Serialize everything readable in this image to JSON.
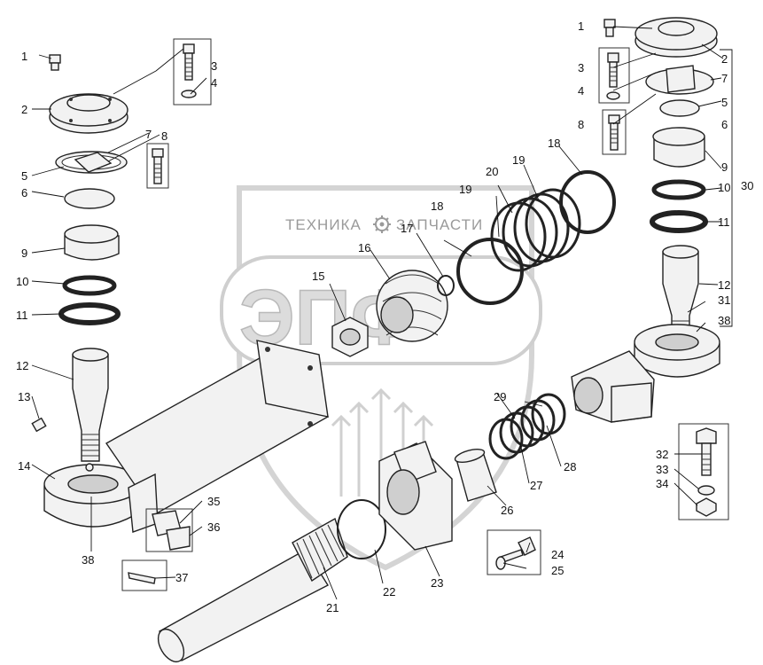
{
  "watermark": {
    "left_text": "ТЕХНИКА",
    "right_text": "ЗАПЧАСТИ",
    "emblem": "ЭПФ",
    "shield_color": "#d4d4d4",
    "gear_icon": "gear-icon"
  },
  "labels": [
    {
      "id": "l1a",
      "text": "1"
    },
    {
      "id": "l2a",
      "text": "2"
    },
    {
      "id": "l3a",
      "text": "3"
    },
    {
      "id": "l4a",
      "text": "4"
    },
    {
      "id": "l5a",
      "text": "5"
    },
    {
      "id": "l6a",
      "text": "6"
    },
    {
      "id": "l7a",
      "text": "7"
    },
    {
      "id": "l8a",
      "text": "8"
    },
    {
      "id": "l9a",
      "text": "9"
    },
    {
      "id": "l10a",
      "text": "10"
    },
    {
      "id": "l11a",
      "text": "11"
    },
    {
      "id": "l12a",
      "text": "12"
    },
    {
      "id": "l13",
      "text": "13"
    },
    {
      "id": "l14",
      "text": "14"
    },
    {
      "id": "l15",
      "text": "15"
    },
    {
      "id": "l16",
      "text": "16"
    },
    {
      "id": "l17",
      "text": "17"
    },
    {
      "id": "l18a",
      "text": "18"
    },
    {
      "id": "l18b",
      "text": "18"
    },
    {
      "id": "l19a",
      "text": "19"
    },
    {
      "id": "l19b",
      "text": "19"
    },
    {
      "id": "l20",
      "text": "20"
    },
    {
      "id": "l21",
      "text": "21"
    },
    {
      "id": "l22",
      "text": "22"
    },
    {
      "id": "l23",
      "text": "23"
    },
    {
      "id": "l24",
      "text": "24"
    },
    {
      "id": "l25",
      "text": "25"
    },
    {
      "id": "l26",
      "text": "26"
    },
    {
      "id": "l27",
      "text": "27"
    },
    {
      "id": "l28",
      "text": "28"
    },
    {
      "id": "l29",
      "text": "29"
    },
    {
      "id": "l30",
      "text": "30"
    },
    {
      "id": "l31",
      "text": "31"
    },
    {
      "id": "l32",
      "text": "32"
    },
    {
      "id": "l33",
      "text": "33"
    },
    {
      "id": "l34",
      "text": "34"
    },
    {
      "id": "l35",
      "text": "35"
    },
    {
      "id": "l36",
      "text": "36"
    },
    {
      "id": "l37",
      "text": "37"
    },
    {
      "id": "l38a",
      "text": "38"
    },
    {
      "id": "l38b",
      "text": "38"
    },
    {
      "id": "l1b",
      "text": "1"
    },
    {
      "id": "l2b",
      "text": "2"
    },
    {
      "id": "l3b",
      "text": "3"
    },
    {
      "id": "l4b",
      "text": "4"
    },
    {
      "id": "l5b",
      "text": "5"
    },
    {
      "id": "l6b",
      "text": "6"
    },
    {
      "id": "l7b",
      "text": "7"
    },
    {
      "id": "l8b",
      "text": "8"
    },
    {
      "id": "l9b",
      "text": "9"
    },
    {
      "id": "l10b",
      "text": "10"
    },
    {
      "id": "l11b",
      "text": "11"
    },
    {
      "id": "l12b",
      "text": "12"
    }
  ]
}
